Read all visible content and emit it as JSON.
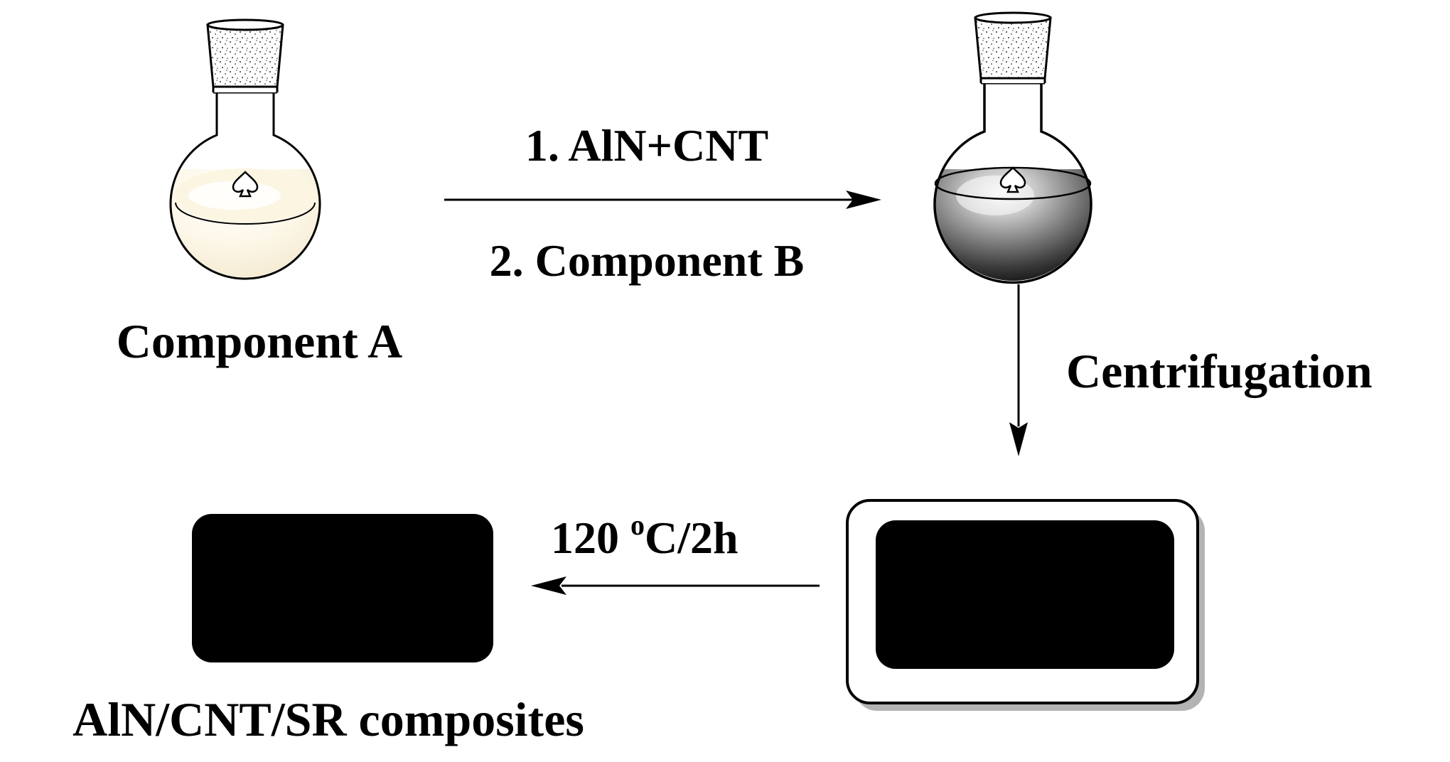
{
  "labels": {
    "component_a": "Component A",
    "step1": "1. AlN+CNT",
    "step2": "2. Component B",
    "centrifugation": "Centrifugation",
    "cure_temp": "120 ",
    "cure_degree": "o",
    "cure_rest": "C/2h",
    "product": "AlN/CNT/SR composites"
  },
  "colors": {
    "line": "#000000",
    "liquid_a": "#fdf7e6",
    "mixture_dark": "#1a1a1a",
    "mixture_light": "#e8e8e8",
    "composite": "#000000",
    "mold_shadow": "#b3b3b3"
  }
}
